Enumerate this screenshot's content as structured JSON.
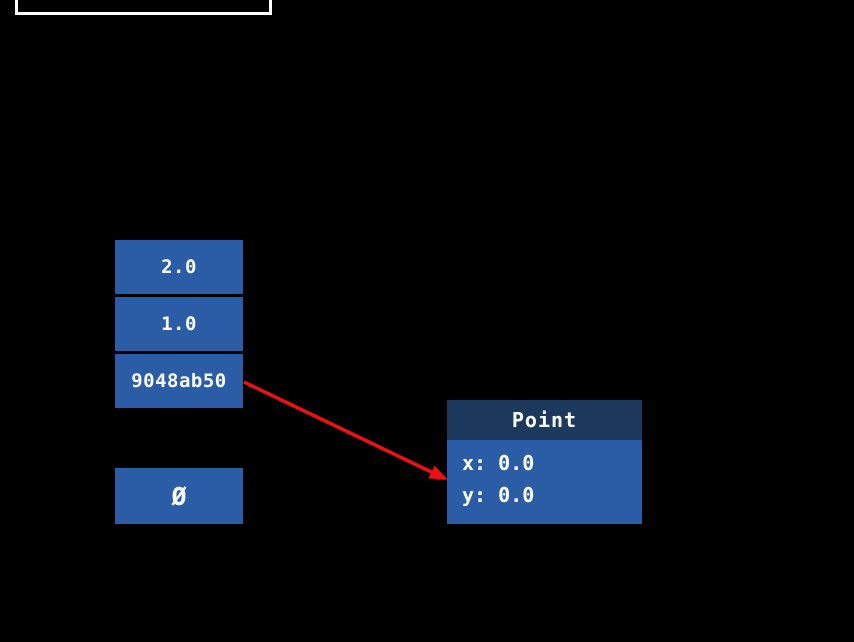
{
  "stack": {
    "cells": [
      {
        "value": "2.0"
      },
      {
        "value": "1.0"
      },
      {
        "value": "9048ab50"
      }
    ],
    "null_cell": {
      "symbol": "Ø"
    }
  },
  "heap_object": {
    "title": "Point",
    "fields": [
      {
        "text": "x: 0.0"
      },
      {
        "text": "y: 0.0"
      }
    ]
  },
  "colors": {
    "background": "#000000",
    "cell_fill": "#2a5da5",
    "object_header_fill": "#1d3a5e",
    "arrow": "#ee1111",
    "frame_outline": "#ffffff",
    "text": "#ffffff"
  }
}
